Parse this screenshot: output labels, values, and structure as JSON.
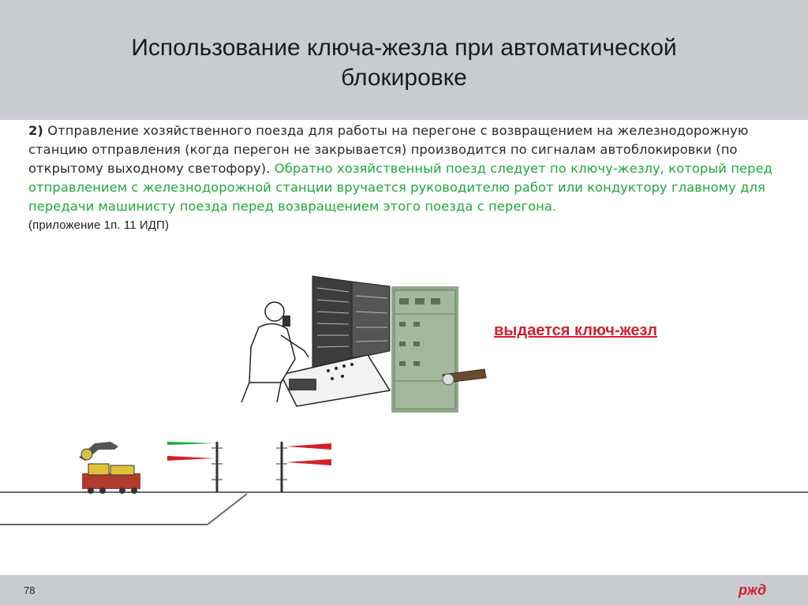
{
  "slide": {
    "title_line1": "Использование ключа-жезла при автоматической",
    "title_line2": "блокировке",
    "item_number": "2)",
    "paragraph_black": "Отправление хозяйственного поезда для работы на перегоне с возвращением на железнодорожную станцию отправления (когда перегон не закрывается) производится по сигналам автоблокировки (по открытому выходному светофору).",
    "paragraph_green": "Обратно хозяйственный поезд следует по ключу-жезлу, который перед отправлением с железнодорожной станции вручается руководителю работ или кондуктору главному для передачи машинисту поезда перед возвращением этого поезда с перегона.",
    "reference": "(приложение 1п. 11 ИДП)",
    "callout": "выдается ключ-жезл",
    "page_number": "78",
    "logo_text": "ржд"
  },
  "colors": {
    "header_bg": "#c8ccd1",
    "green_text": "#1fa83a",
    "callout_red": "#d2202a",
    "logo_red": "#d2202a"
  },
  "icons": [
    "dispatcher-illustration",
    "key-staff-panel-photo",
    "signal-icon",
    "train-icon",
    "track-icon",
    "rzd-logo"
  ]
}
